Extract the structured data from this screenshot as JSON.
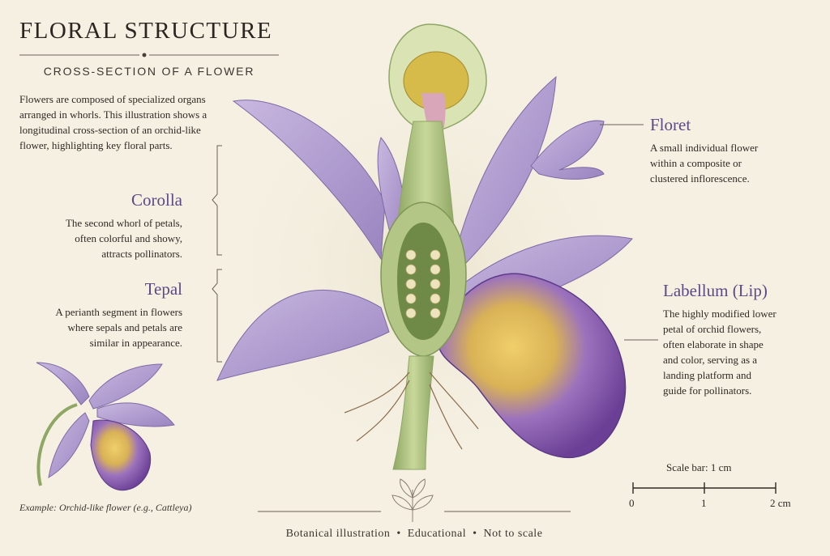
{
  "header": {
    "title": "FLORAL STRUCTURE",
    "subtitle": "CROSS-SECTION OF A FLOWER"
  },
  "intro": "Flowers are composed of specialized organs arranged in whorls. This illustration shows a longitudinal cross-section of an orchid-like flower, highlighting key floral parts.",
  "labels": {
    "corolla": {
      "title": "Corolla",
      "lines": [
        "The second whorl of petals,",
        "often colorful and showy,",
        "attracts pollinators."
      ]
    },
    "tepal": {
      "title": "Tepal",
      "lines": [
        "A perianth segment in flowers",
        "where sepals and petals are",
        "similar in appearance."
      ]
    },
    "floret": {
      "title": "Floret",
      "lines": [
        "A small individual flower",
        "within a composite or",
        "clustered inflorescence."
      ]
    },
    "labellum": {
      "title": "Labellum (Lip)",
      "lines": [
        "The highly modified lower",
        "petal of orchid flowers,",
        "often elaborate in shape",
        "and color, serving as a",
        "landing platform and",
        "guide for pollinators."
      ]
    }
  },
  "example_caption": "Example: Orchid-like flower (e.g., Cattleya)",
  "scale": {
    "label": "Scale bar: 1 cm",
    "ticks": [
      "0",
      "1",
      "2 cm"
    ]
  },
  "footer": "Botanical illustration  •  Educational  •  Not to scale",
  "colors": {
    "accent": "#5a4a86",
    "petal": "#b7a3d4",
    "stem": "#a9bf7a",
    "lip": "#6f4a9c",
    "lip_center": "#e2b84a"
  }
}
